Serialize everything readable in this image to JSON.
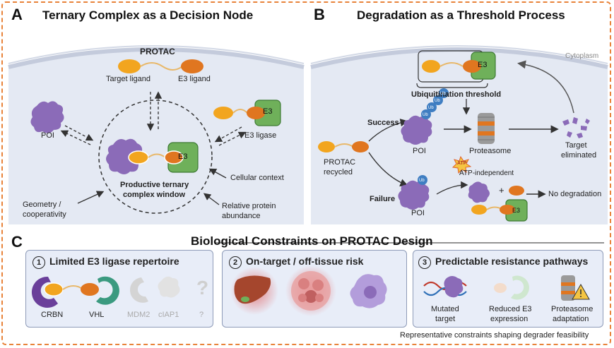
{
  "panel_a": {
    "letter": "A",
    "title": "Ternary Complex as a Decision Node",
    "protac": "PROTAC",
    "target_ligand": "Target ligand",
    "e3_ligand": "E3 ligand",
    "poi": "POI",
    "e3_ligase": "E3 ligase",
    "e3_tag": "E3",
    "e3_tag_center": "E3",
    "window_line1": "Productive ternary",
    "window_line2": "complex window",
    "cellular_context": "Cellular context",
    "geometry_line1": "Geometry /",
    "geometry_line2": "cooperativity",
    "abundance_line1": "Relative protein",
    "abundance_line2": "abundance"
  },
  "panel_b": {
    "letter": "B",
    "title": "Degradation as a Threshold Process",
    "cytoplasm": "Cytoplasm",
    "e3_tag": "E3",
    "ubiquitination_threshold": "Ubiquitination threshold",
    "success": "Success",
    "failure": "Failure",
    "poi_success": "POI",
    "poi_failure": "POI",
    "proteasome": "Proteasome",
    "target_line1": "Target",
    "target_line2": "eliminated",
    "recycled_line1": "PROTAC",
    "recycled_line2": "recycled",
    "atp_independent": "ATP-independent",
    "atp": "ATP",
    "plus": "+",
    "no_degradation": "No degradation",
    "e3_tag_failure": "E3",
    "ub": "Ub"
  },
  "panel_c": {
    "letter": "C",
    "title": "Biological Constraints on PROTAC Design",
    "box1": {
      "num": "1",
      "title": "Limited E3 ligase repertoire",
      "items": [
        "CRBN",
        "VHL",
        "MDM2",
        "cIAP1",
        "?"
      ]
    },
    "box2": {
      "num": "2",
      "title": "On-target / off-tissue risk"
    },
    "box3": {
      "num": "3",
      "title": "Predictable resistance pathways",
      "mutated_line1": "Mutated",
      "mutated_line2": "target",
      "reduced_line1": "Reduced E3",
      "reduced_line2": "expression",
      "proteasome_line1": "Proteasome",
      "proteasome_line2": "adaptation"
    },
    "footer": "Representative constraints shaping degrader feasibility"
  },
  "colors": {
    "poi": "#8b6bb8",
    "ligand": "#f2a51f",
    "e3_ligand": "#e07620",
    "e3": "#6fb05a",
    "cell": "#dfe4ef",
    "frame": "#e8833a",
    "ub": "#3f7ec2"
  }
}
